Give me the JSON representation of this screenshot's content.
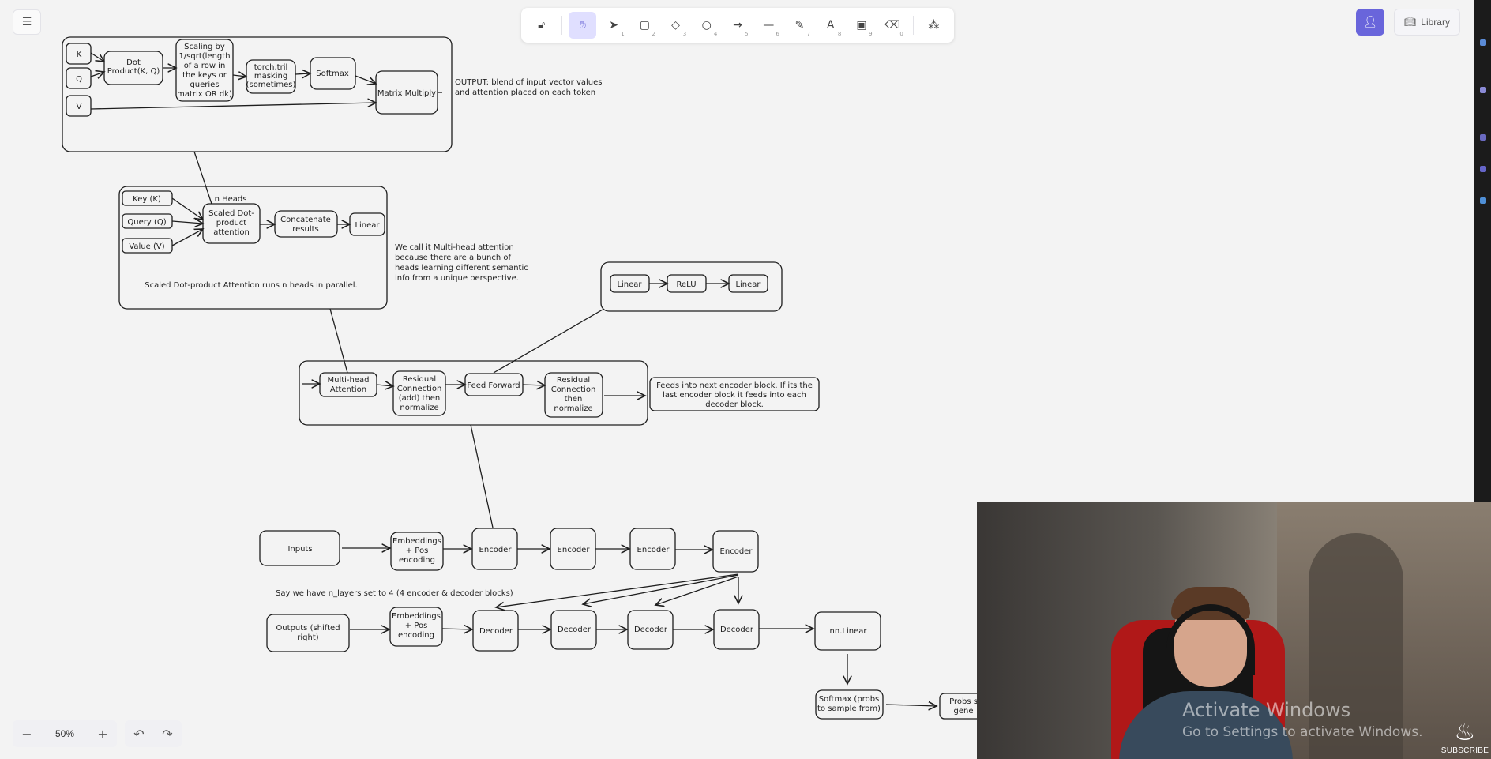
{
  "app": {
    "zoom_level": "50%"
  },
  "toolbar": {
    "tools": [
      {
        "name": "lock",
        "icon": "lock-icon",
        "key": ""
      },
      {
        "name": "hand",
        "icon": "hand-icon",
        "key": ""
      },
      {
        "name": "selection",
        "icon": "cursor-icon",
        "key": "1"
      },
      {
        "name": "rectangle",
        "icon": "square-icon",
        "key": "2"
      },
      {
        "name": "diamond",
        "icon": "diamond-icon",
        "key": "3"
      },
      {
        "name": "ellipse",
        "icon": "circle-icon",
        "key": "4"
      },
      {
        "name": "arrow",
        "icon": "arrow-icon",
        "key": "5"
      },
      {
        "name": "line",
        "icon": "line-icon",
        "key": "6"
      },
      {
        "name": "draw",
        "icon": "pencil-icon",
        "key": "7"
      },
      {
        "name": "text",
        "icon": "text-icon",
        "key": "8"
      },
      {
        "name": "image",
        "icon": "image-icon",
        "key": "9"
      },
      {
        "name": "eraser",
        "icon": "eraser-icon",
        "key": "0"
      },
      {
        "name": "more",
        "icon": "shapes-icon",
        "key": ""
      }
    ],
    "active_tool": "hand"
  },
  "header": {
    "library_label": "Library"
  },
  "diagram": {
    "attention_box": {
      "k": "K",
      "q": "Q",
      "v": "V",
      "dot_product": [
        "Dot",
        "Product(K, Q)"
      ],
      "scaling": [
        "Scaling by",
        "1/sqrt(length",
        "of a row in",
        "the keys or",
        "queries",
        "matrix OR dk)"
      ],
      "masking": [
        "torch.tril",
        "masking",
        "(sometimes)"
      ],
      "softmax": "Softmax",
      "matmul": "Matrix Multiply",
      "output_note": [
        "OUTPUT: blend of input vector values",
        "and attention placed on each token"
      ]
    },
    "multihead_box": {
      "key": "Key (K)",
      "query": "Query (Q)",
      "value": "Value (V)",
      "heads_label": "n Heads",
      "sdpa": [
        "Scaled Dot-",
        "product",
        "attention"
      ],
      "concat": [
        "Concatenate",
        "results"
      ],
      "linear": "Linear",
      "caption": "Scaled Dot-product Attention runs n heads in parallel."
    },
    "multihead_note": [
      "We call it Multi-head attention",
      "because there are a bunch of",
      "heads learning different semantic",
      "info from a unique perspective."
    ],
    "ffn_box": {
      "linear1": "Linear",
      "relu": "ReLU",
      "linear2": "Linear"
    },
    "encoder_block": {
      "mha": [
        "Multi-head",
        "Attention"
      ],
      "residual1": [
        "Residual",
        "Connection",
        "(add) then",
        "normalize"
      ],
      "ff": "Feed Forward",
      "residual2": [
        "Residual",
        "Connection",
        "then",
        "normalize"
      ]
    },
    "encoder_note": [
      "Feeds into next encoder block. If its the",
      "last encoder block it feeds into each",
      "decoder block."
    ],
    "encoder_row": {
      "inputs": "Inputs",
      "embed": [
        "Embeddings",
        "+ Pos",
        "encoding"
      ],
      "encoders": [
        "Encoder",
        "Encoder",
        "Encoder",
        "Encoder"
      ]
    },
    "n_layers_note": "Say we have n_layers set to 4 (4 encoder & decoder blocks)",
    "decoder_row": {
      "outputs": [
        "Outputs (shifted",
        "right)"
      ],
      "embed": [
        "Embeddings",
        "+ Pos",
        "encoding"
      ],
      "decoders": [
        "Decoder",
        "Decoder",
        "Decoder",
        "Decoder"
      ],
      "linear": "nn.Linear"
    },
    "final_row": {
      "softmax": [
        "Softmax (probs",
        "to sample from)"
      ],
      "probs": [
        "Probs s",
        "gene"
      ]
    }
  },
  "overlay": {
    "activate_title": "Activate Windows",
    "activate_sub": "Go to Settings to activate Windows.",
    "subscribe_label": "SUBSCRIBE"
  }
}
